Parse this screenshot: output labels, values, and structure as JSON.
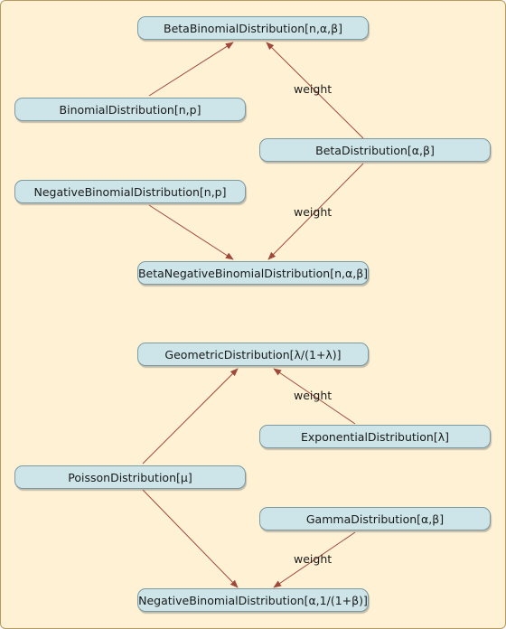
{
  "nodes": {
    "beta_binomial": "BetaBinomialDistribution[n,α,β]",
    "binomial": "BinomialDistribution[n,p]",
    "beta": "BetaDistribution[α,β]",
    "negative_binomial_np": "NegativeBinomialDistribution[n,p]",
    "beta_negative_binomial": "BetaNegativeBinomialDistribution[n,α,β]",
    "geometric": "GeometricDistribution[λ/(1+λ)]",
    "exponential": "ExponentialDistribution[λ]",
    "poisson": "PoissonDistribution[μ]",
    "gamma": "GammaDistribution[α,β]",
    "negative_binomial_ab": "NegativeBinomialDistribution[α,1/(1+β)]"
  },
  "edge_labels": {
    "beta_to_beta_binomial": "weight",
    "beta_to_beta_negative_binomial": "weight",
    "exponential_to_geometric": "weight",
    "gamma_to_negative_binomial": "weight"
  },
  "colors": {
    "panel_background": "#fff2d4",
    "node_fill": "#cde5e9",
    "edge": "#a0493a"
  }
}
